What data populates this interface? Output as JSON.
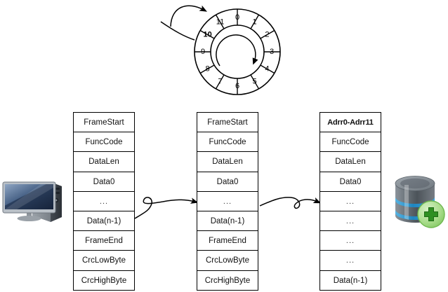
{
  "diagram": {
    "title": "Serial protocol frame ring-buffer diagram",
    "background_color": "#ffffff",
    "stroke_color": "#000000"
  },
  "ring_buffer": {
    "name": "ring-buffer",
    "sector_count": 12,
    "sectors": [
      {
        "index": 0,
        "label": "0",
        "highlight": false
      },
      {
        "index": 1,
        "label": "1",
        "highlight": false
      },
      {
        "index": 2,
        "label": "2",
        "highlight": false
      },
      {
        "index": 3,
        "label": "3",
        "highlight": false
      },
      {
        "index": 4,
        "label": "4",
        "highlight": false
      },
      {
        "index": 5,
        "label": "5",
        "highlight": false
      },
      {
        "index": 6,
        "label": "6",
        "highlight": false
      },
      {
        "index": 7,
        "label": "7",
        "highlight": false
      },
      {
        "index": 8,
        "label": "8",
        "highlight": false
      },
      {
        "index": 9,
        "label": "9",
        "highlight": false
      },
      {
        "index": 10,
        "label": "10",
        "highlight": true
      },
      {
        "index": 11,
        "label": "11",
        "highlight": false
      }
    ],
    "rotation_direction": "clockwise",
    "inner_arrow_name": "clockwise-rotation-arrow",
    "inbound_arrow_name": "inbound-write-arrow"
  },
  "frames": [
    {
      "name": "frame-table-1",
      "rows": [
        {
          "label": "FrameStart",
          "style": "normal"
        },
        {
          "label": "FuncCode",
          "style": "normal"
        },
        {
          "label": "DataLen",
          "style": "normal"
        },
        {
          "label": "Data0",
          "style": "normal"
        },
        {
          "label": "...",
          "style": "ellipsis"
        },
        {
          "label": "Data(n-1)",
          "style": "normal"
        },
        {
          "label": "FrameEnd",
          "style": "normal"
        },
        {
          "label": "CrcLowByte",
          "style": "normal"
        },
        {
          "label": "CrcHighByte",
          "style": "normal"
        }
      ]
    },
    {
      "name": "frame-table-2",
      "rows": [
        {
          "label": "FrameStart",
          "style": "normal"
        },
        {
          "label": "FuncCode",
          "style": "normal"
        },
        {
          "label": "DataLen",
          "style": "normal"
        },
        {
          "label": "Data0",
          "style": "normal"
        },
        {
          "label": "...",
          "style": "ellipsis"
        },
        {
          "label": "Data(n-1)",
          "style": "normal"
        },
        {
          "label": "FrameEnd",
          "style": "normal"
        },
        {
          "label": "CrcLowByte",
          "style": "normal"
        },
        {
          "label": "CrcHighByte",
          "style": "normal"
        }
      ]
    },
    {
      "name": "frame-table-3",
      "rows": [
        {
          "label": "Adrr0-Adrr11",
          "style": "bold"
        },
        {
          "label": "FuncCode",
          "style": "normal"
        },
        {
          "label": "DataLen",
          "style": "normal"
        },
        {
          "label": "Data0",
          "style": "normal"
        },
        {
          "label": "...",
          "style": "ellipsis"
        },
        {
          "label": "...",
          "style": "ellipsis"
        },
        {
          "label": "...",
          "style": "ellipsis"
        },
        {
          "label": "...",
          "style": "ellipsis"
        },
        {
          "label": "Data(n-1)",
          "style": "normal"
        }
      ]
    }
  ],
  "icons": {
    "computer": {
      "name": "computer-icon",
      "description": "desktop-computer-with-monitor-and-tower"
    },
    "database": {
      "name": "database-icon",
      "description": "database-cylinder-with-green-plus-badge",
      "badge": "plus",
      "badge_color": "#3f9a34",
      "body_color": "#6e757c",
      "band_color": "#2f9fd8"
    }
  },
  "connectors": [
    {
      "name": "connector-frame1-to-frame2",
      "style": "curved-hook-arrow"
    },
    {
      "name": "connector-frame2-to-frame3",
      "style": "wavy-arrow"
    }
  ]
}
